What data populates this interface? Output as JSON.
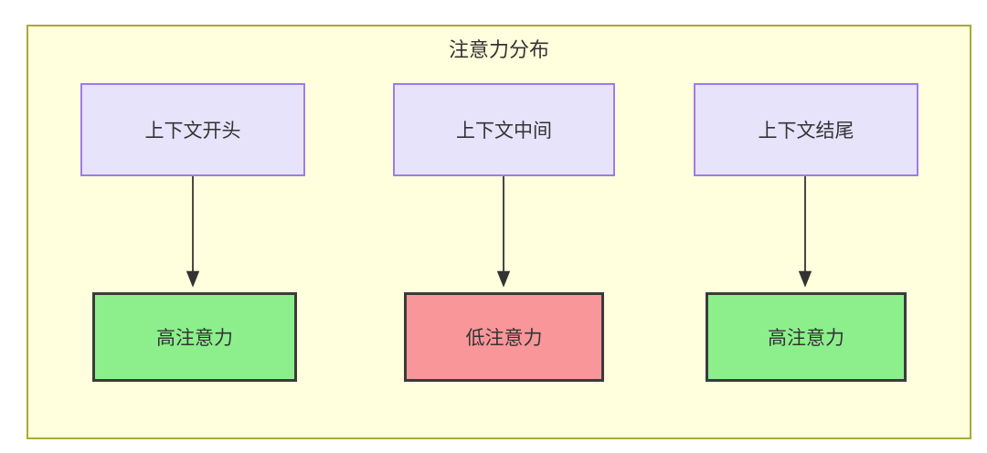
{
  "diagram": {
    "type": "flowchart",
    "background_color": "#ffffff",
    "cluster": {
      "title": "注意力分布",
      "fill_color": "#ffffdd",
      "border_color": "#aaaa33"
    },
    "palette": {
      "context_fill": "#e7e3fb",
      "context_border": "#9e7bea",
      "high_attention_fill": "#8cef8c",
      "low_attention_fill": "#f99699",
      "attention_border": "#3b3b3b",
      "edge_color": "#333333",
      "text_color": "#333333"
    },
    "nodes": {
      "context_start": "上下文开头",
      "context_middle": "上下文中间",
      "context_end": "上下文结尾",
      "attention_start": "高注意力",
      "attention_middle": "低注意力",
      "attention_end": "高注意力"
    },
    "edges": [
      {
        "from": "context_start",
        "to": "attention_start",
        "label": ""
      },
      {
        "from": "context_middle",
        "to": "attention_middle",
        "label": ""
      },
      {
        "from": "context_end",
        "to": "attention_end",
        "label": ""
      }
    ]
  }
}
